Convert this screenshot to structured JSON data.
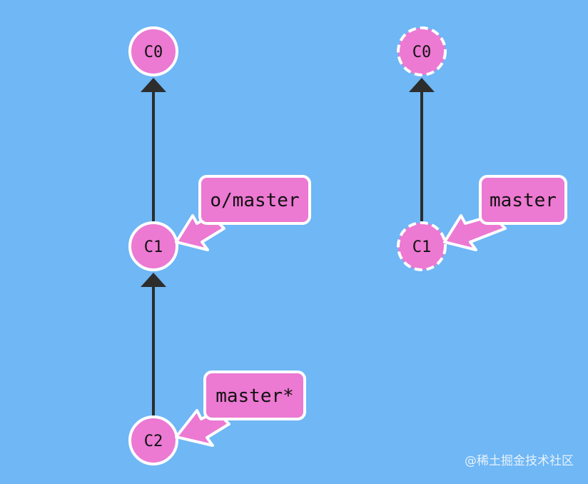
{
  "colors": {
    "background": "#6fb7f5",
    "commit_fill": "#ec79d2",
    "outline": "#ffffff",
    "edge": "#2d2d2d"
  },
  "left_graph": {
    "commits": [
      "C0",
      "C1",
      "C2"
    ],
    "branches": [
      "o/master",
      "master*"
    ]
  },
  "right_graph": {
    "commits": [
      "C0",
      "C1"
    ],
    "branches": [
      "master"
    ]
  },
  "watermark": "@稀土掘金技术社区"
}
